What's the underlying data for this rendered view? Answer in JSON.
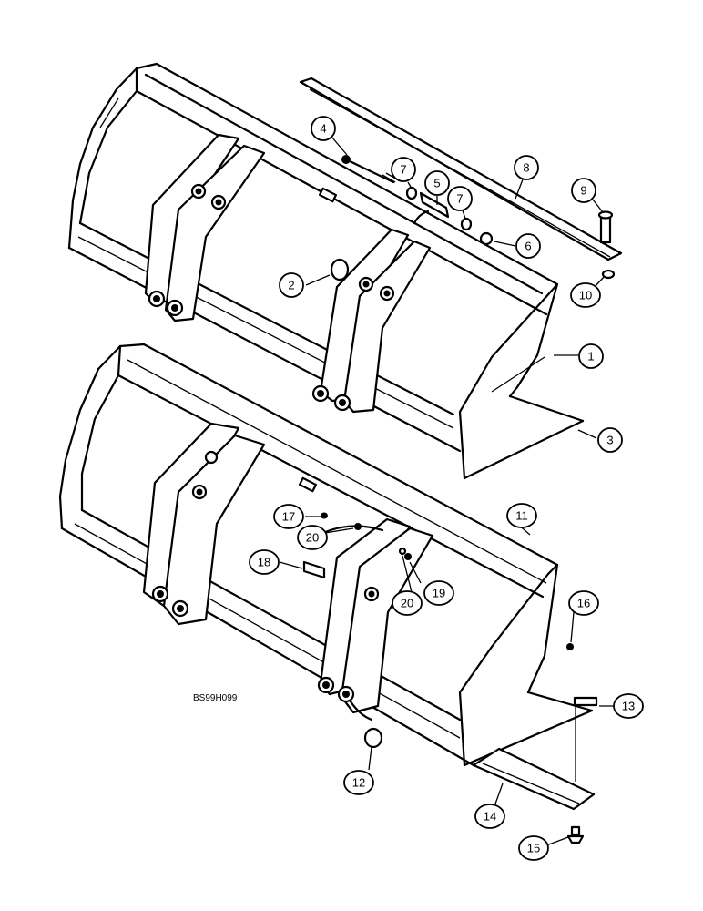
{
  "drawing": {
    "reference_code": "BS99H099"
  },
  "callouts": [
    {
      "id": "c1",
      "label": "1"
    },
    {
      "id": "c2",
      "label": "2"
    },
    {
      "id": "c3",
      "label": "3"
    },
    {
      "id": "c4",
      "label": "4"
    },
    {
      "id": "c5",
      "label": "5"
    },
    {
      "id": "c6",
      "label": "6"
    },
    {
      "id": "c7a",
      "label": "7"
    },
    {
      "id": "c7b",
      "label": "7"
    },
    {
      "id": "c8",
      "label": "8"
    },
    {
      "id": "c9",
      "label": "9"
    },
    {
      "id": "c10",
      "label": "10"
    },
    {
      "id": "c11",
      "label": "11"
    },
    {
      "id": "c12",
      "label": "12"
    },
    {
      "id": "c13",
      "label": "13"
    },
    {
      "id": "c14",
      "label": "14"
    },
    {
      "id": "c15",
      "label": "15"
    },
    {
      "id": "c16",
      "label": "16"
    },
    {
      "id": "c17",
      "label": "17"
    },
    {
      "id": "c18",
      "label": "18"
    },
    {
      "id": "c19",
      "label": "19"
    },
    {
      "id": "c20a",
      "label": "20"
    },
    {
      "id": "c20b",
      "label": "20"
    }
  ]
}
